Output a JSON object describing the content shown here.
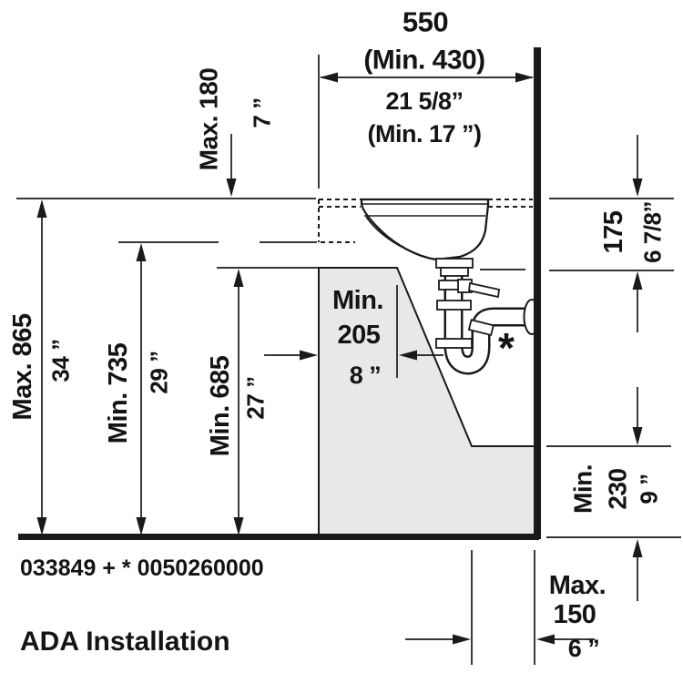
{
  "drawing": {
    "title": "ADA Installation",
    "part_number": "033849 + * 0050260000",
    "footnote_marker": "*",
    "colors": {
      "ink": "#141414",
      "clearance_zone_fill": "#e8e8e8",
      "background": "#ffffff"
    },
    "dimensions": {
      "basin_width": {
        "mm": "550",
        "mm_min": "(Min. 430)",
        "inch": "21 5/8”",
        "inch_min": "(Min. 17 ”)"
      },
      "rim_setback": {
        "mm": "Max. 180",
        "inch": "7 ”"
      },
      "rim_height": {
        "mm": "Max. 865",
        "inch": "34 ”"
      },
      "underside_clearance": {
        "mm": "Min. 735",
        "inch": "29 ”"
      },
      "knee_clearance": {
        "mm": "Min. 685",
        "inch": "27 ”"
      },
      "knee_depth": {
        "mm_line1": "Min.",
        "mm_line2": "205",
        "inch": "8 ”"
      },
      "drain_drop": {
        "mm": "175",
        "inch": "6 7/8”"
      },
      "toe_clearance": {
        "mm_line1": "Min.",
        "mm_line2": "230",
        "inch": "9 ”"
      },
      "toe_depth": {
        "mm_line1": "Max.",
        "mm_line2": "150",
        "inch": "6 ”"
      }
    }
  }
}
